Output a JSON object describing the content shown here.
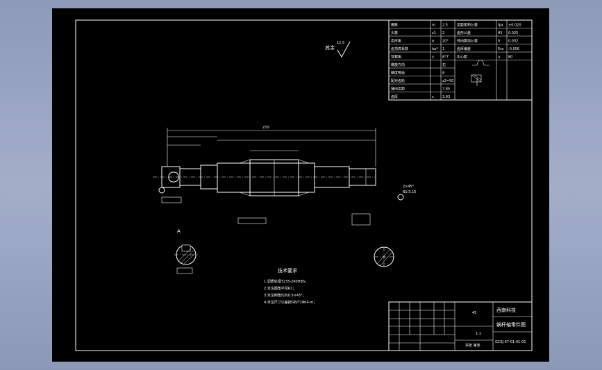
{
  "drawing": {
    "roughness_note": "其余",
    "roughness_value": "12.5",
    "overall_length": "270",
    "detail_section_label": "A",
    "tech_req_title": "技术要求",
    "tech_reqs": [
      "1.调质处理T235-260HBS；",
      "2.未注圆角半径R1；",
      "3.未注倒角均为0.5×45°；",
      "4.未注尺寸公差按GB/T1804-m；"
    ],
    "title_block": {
      "school": "西南科技",
      "drawing_name": "蜗杆轴零件图",
      "drawing_number": "GCSJ-07-01-01-01",
      "scale": "1:1",
      "material": "45",
      "count_label": "共张 第张"
    },
    "param_table": [
      [
        "模数",
        "m",
        "2.5"
      ],
      [
        "头数",
        "z1",
        "2"
      ],
      [
        "齿形角",
        "α",
        "20°"
      ],
      [
        "齿顶高系数",
        "ha*",
        "1"
      ],
      [
        "导程角",
        "γ",
        "8°7'"
      ],
      [
        "螺旋方向",
        "",
        "右"
      ],
      [
        "精度等级",
        "",
        "8"
      ],
      [
        "配对齿轮",
        "",
        "z2=50"
      ],
      [
        "轴向齿距",
        "",
        "7.85"
      ],
      [
        "齿厚",
        "s",
        "3.93"
      ]
    ],
    "param_table_right": [
      [
        "齿距累积公差",
        "fpx",
        "±0.020"
      ],
      [
        "齿形公差",
        "ff1",
        "0.025"
      ],
      [
        "径向跳动公差",
        "fr",
        "0.032"
      ],
      [
        "齿厚偏差",
        "Ess",
        "-0.056"
      ],
      [
        "中心距",
        "a",
        "80"
      ]
    ]
  }
}
